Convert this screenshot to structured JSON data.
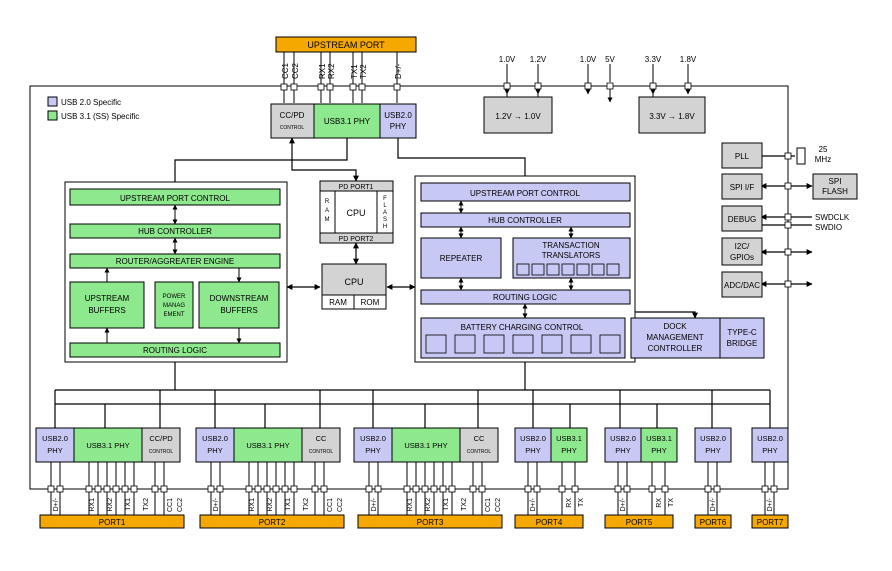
{
  "colors": {
    "orange": "#f5a800",
    "green": "#8ee88e",
    "lavender": "#c8c8f5",
    "gray": "#d3d3d3",
    "white": "#ffffff"
  },
  "legend": {
    "usb2": "USB 2.0 Specific",
    "usb31": "USB 3.1 (SS) Specific"
  },
  "upstream": {
    "label": "UPSTREAM PORT",
    "pins": [
      "CC1",
      "CC2",
      "RX1",
      "RX2",
      "TX1",
      "TX2",
      "D+/-"
    ],
    "ccpd": "CC/PD",
    "ccpd_sub": "CONTROL",
    "phy31": "USB3.1 PHY",
    "phy20a": "USB2.0",
    "phy20b": "PHY"
  },
  "power": {
    "v1": "1.0V",
    "v2": "1.2V",
    "v3": "1.0V",
    "v4": "5V",
    "v5": "3.3V",
    "v6": "1.8V",
    "reg1": "1.2V → 1.0V",
    "reg2": "3.3V → 1.8V"
  },
  "ss_block": {
    "upc": "UPSTREAM PORT CONTROL",
    "hub": "HUB CONTROLLER",
    "router": "ROUTER/AGGREATER ENGINE",
    "ub1": "UPSTREAM",
    "ub2": "BUFFERS",
    "pm1": "POWER",
    "pm2": "MANAG",
    "pm3": "EMENT",
    "db1": "DOWNSTREAM",
    "db2": "BUFFERS",
    "routing": "ROUTING LOGIC"
  },
  "pd": {
    "top": "PD PORT1",
    "bottom": "PD PORT2",
    "ram": [
      "R",
      "A",
      "M"
    ],
    "cpu": "CPU",
    "flash": [
      "F",
      "L",
      "A",
      "S",
      "H"
    ]
  },
  "cpu2": {
    "cpu": "CPU",
    "ram": "RAM",
    "rom": "ROM"
  },
  "hs_block": {
    "upc": "UPSTREAM PORT CONTROL",
    "hub": "HUB CONTROLLER",
    "repeater": "REPEATER",
    "tt1": "TRANSACTION",
    "tt2": "TRANSLATORS",
    "routing": "ROUTING LOGIC",
    "bc": "BATTERY CHARGING CONTROL",
    "dock1": "DOCK",
    "dock2": "MANAGEMENT",
    "dock3": "CONTROLLER",
    "typec1": "TYPE-C",
    "typec2": "BRIDGE"
  },
  "right": {
    "pll": "PLL",
    "mhz1": "25",
    "mhz2": "MHz",
    "spi": "SPI I/F",
    "spiflash1": "SPI",
    "spiflash2": "FLASH",
    "debug": "DEBUG",
    "swdclk": "SWDCLK",
    "swdio": "SWDIO",
    "i2c1": "I2C/",
    "i2c2": "GPIOs",
    "adc": "ADC/DAC"
  },
  "ports": {
    "p1": {
      "name": "PORT1",
      "pins": [
        "D+/-",
        "RX1",
        "RX2",
        "TX1",
        "TX2",
        "CC1",
        "CC2"
      ]
    },
    "p2": {
      "name": "PORT2",
      "pins": [
        "D+/-",
        "RX1",
        "RX2",
        "TX1",
        "TX2",
        "CC1",
        "CC2"
      ]
    },
    "p3": {
      "name": "PORT3",
      "pins": [
        "D+/-",
        "RX1",
        "RX2",
        "TX1",
        "TX2",
        "CC1",
        "CC2"
      ]
    },
    "p4": {
      "name": "PORT4",
      "pins": [
        "D+/-",
        "RX",
        "TX"
      ]
    },
    "p5": {
      "name": "PORT5",
      "pins": [
        "D+/-",
        "RX",
        "TX"
      ]
    },
    "p6": {
      "name": "PORT6",
      "pins": [
        "D+/-"
      ]
    },
    "p7": {
      "name": "PORT7",
      "pins": [
        "D+/-"
      ]
    }
  },
  "dport": {
    "usb20a": "USB2.0",
    "usb20b": "PHY",
    "usb31": "USB3.1 PHY",
    "cc": "CC",
    "cc_sub": "CONTROL",
    "ccpd": "CC/PD",
    "usb31a": "USB3.1",
    "usb31b": "PHY"
  }
}
